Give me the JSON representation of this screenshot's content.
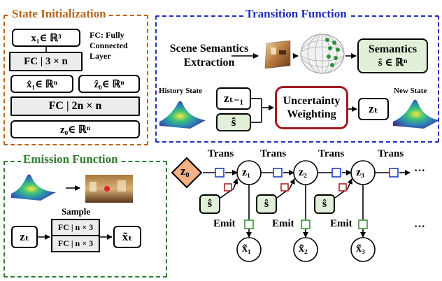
{
  "state_init": {
    "title": "State Initialization",
    "x1_box": "x₁∈ ℝ³",
    "fc_3n": "FC | 3 × n",
    "fc_note": "FC: Fully Connected Layer",
    "x1hat_box": "x̂₁∈ ℝⁿ",
    "z0hat_box": "ẑ₀∈ ℝⁿ",
    "fc_2n": "FC | 2n × n",
    "z0_box": "z₀∈ ℝⁿ"
  },
  "transition": {
    "title": "Transition Function",
    "scene_label": "Scene Semantics Extraction",
    "semantics_title": "Semantics",
    "semantics_formula": "ŝ ∈ ℝⁿ",
    "history_label": "History State",
    "new_state_label": "New State",
    "z_prev": "zₜ₋₁",
    "s_hat": "ŝ",
    "uncertainty_label": "Uncertainty Weighting",
    "z_t": "zₜ"
  },
  "emission": {
    "title": "Emission Function",
    "sample_label": "Sample",
    "z_t": "zₜ",
    "fc_1": "FC | n × 3",
    "fc_2": "FC | n × 3",
    "x_t": "x̃ₜ"
  },
  "chain": {
    "z0": "z₀",
    "trans_label": "Trans",
    "emit_label": "Emit",
    "s_hat": "ŝ",
    "states": [
      "z₁",
      "z₂",
      "z₃"
    ],
    "outputs": [
      "x̃₁",
      "x̃₂",
      "x̃₃"
    ],
    "ellipsis": "···"
  },
  "colors": {
    "state_init": "#b8651b",
    "transition": "#1f2fbf",
    "emission": "#2f7d2f",
    "uncertainty": "#a01b22",
    "z0_fill": "#f4b183",
    "trans_square": "#1f3fbf",
    "emit_square": "#3a8f3a",
    "s_square": "#b0202a"
  }
}
